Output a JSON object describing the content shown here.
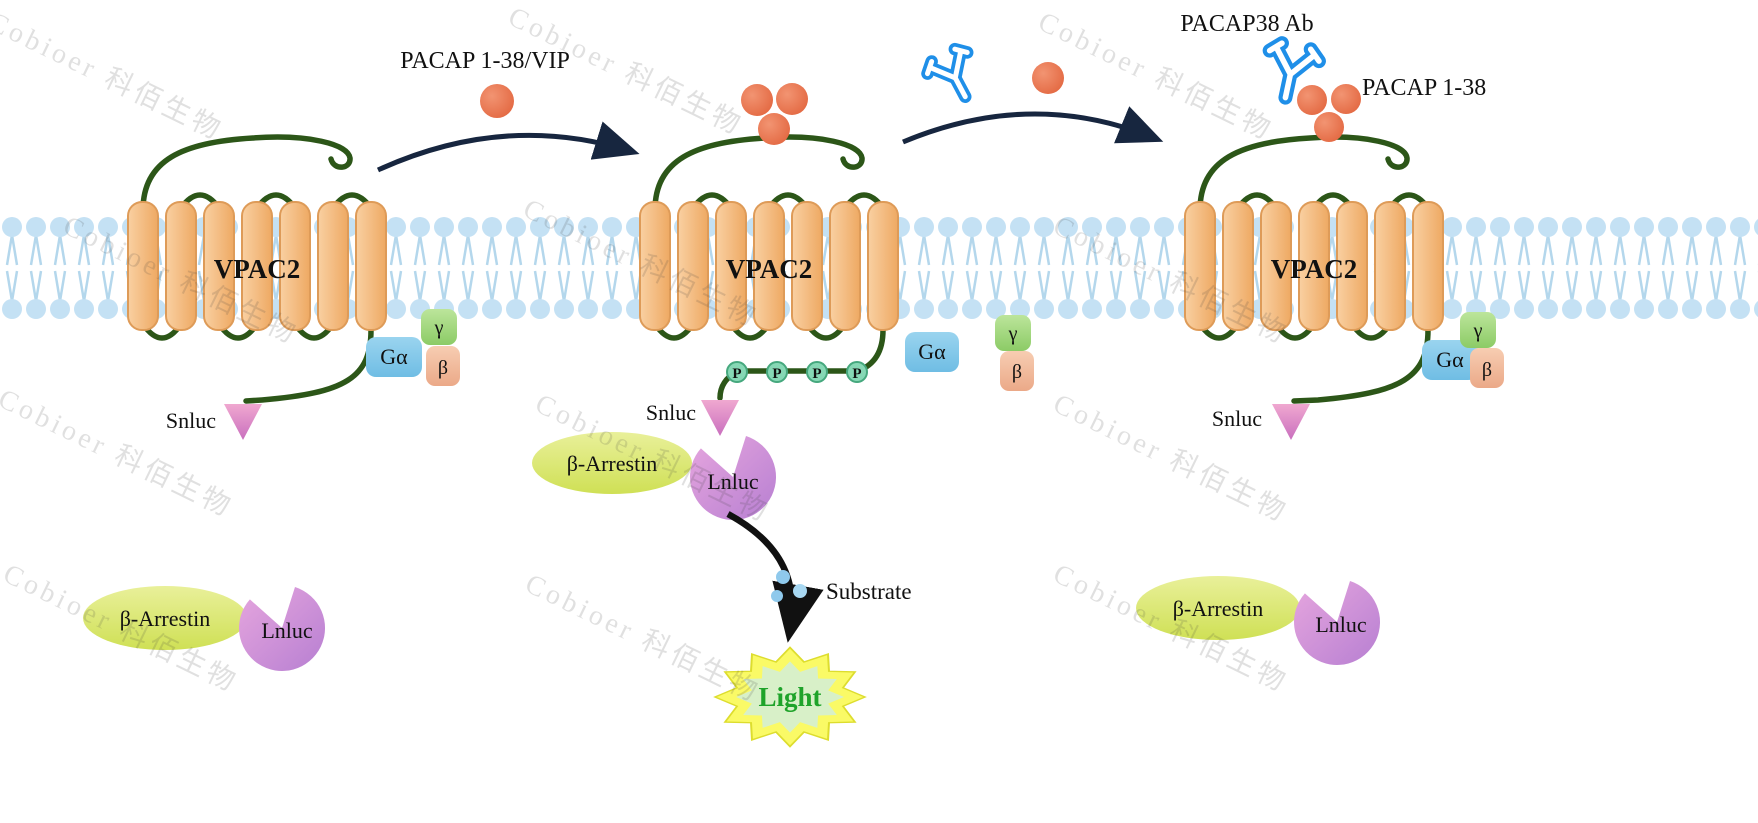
{
  "watermark": {
    "text": "Cobioer 科佰生物"
  },
  "labels": {
    "pacap_vip": "PACAP 1-38/VIP",
    "pacap38_ab": "PACAP38 Ab",
    "pacap_1_38": "PACAP 1-38",
    "receptor": "VPAC2",
    "g_alpha": "Gα",
    "gamma": "γ",
    "beta": "β",
    "snluc": "Snluc",
    "beta_arrestin": "β-Arrestin",
    "lnluc": "Lnluc",
    "phospho": "P",
    "substrate": "Substrate",
    "light": "Light"
  },
  "colors": {
    "helix_fill": "#F6BE85",
    "helix_stroke": "#DE9B58",
    "loop": "#2C5618",
    "membrane_head": "#C4E1F4",
    "membrane_tail": "#B4D7EC",
    "ligand": "#E8744F",
    "g_alpha_fill": "#86CBEA",
    "gamma_fill": "#A9DB85",
    "beta_fill": "#F2BFA2",
    "snluc_fill": "#E08FC6",
    "arrestin_fill": "#DCE876",
    "lnluc_fill": "#C98BD6",
    "antibody": "#1F8FE8",
    "arrow_dark": "#17263F",
    "arrow_black": "#111111",
    "phospho_fill": "#86D8B5",
    "substrate_fill": "#8FC9EC",
    "light_text": "#1FA32A",
    "star_outer": "#FAFA66",
    "star_inner": "#D8F0C8"
  }
}
